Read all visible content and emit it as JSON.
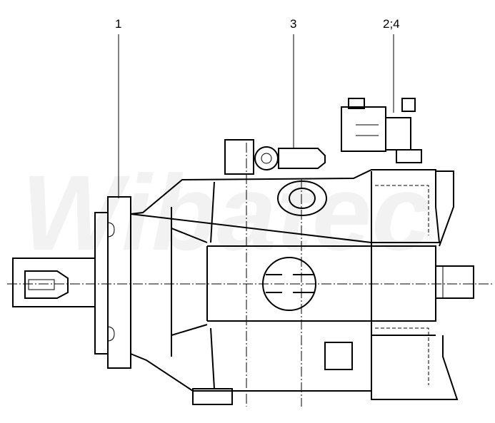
{
  "watermark": "Wibatec",
  "callouts": [
    {
      "id": "1",
      "text": "1"
    },
    {
      "id": "3",
      "text": "3"
    },
    {
      "id": "2;4",
      "text": "2;4"
    }
  ]
}
